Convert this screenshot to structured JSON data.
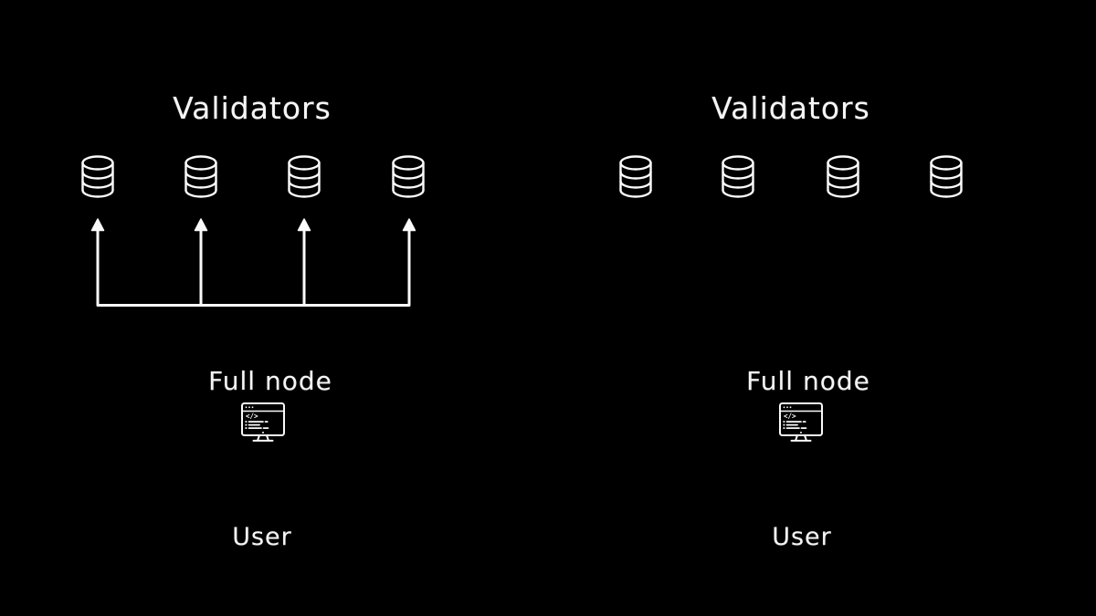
{
  "canvas": {
    "background": "#000000",
    "ink_color": "#f5f5f5"
  },
  "icon_names": {
    "validator": "database-icon",
    "full_node": "monitor-code-icon",
    "fanout": "arrow-up-fanout"
  },
  "panels": [
    {
      "side": "left",
      "title": "Validators",
      "validator_count": 4,
      "full_node_label": "Full node",
      "user_label": "User",
      "arrows_full_node_to_validators": true
    },
    {
      "side": "right",
      "title": "Validators",
      "validator_count": 4,
      "full_node_label": "Full node",
      "user_label": "User",
      "arrows_full_node_to_validators": false
    }
  ]
}
